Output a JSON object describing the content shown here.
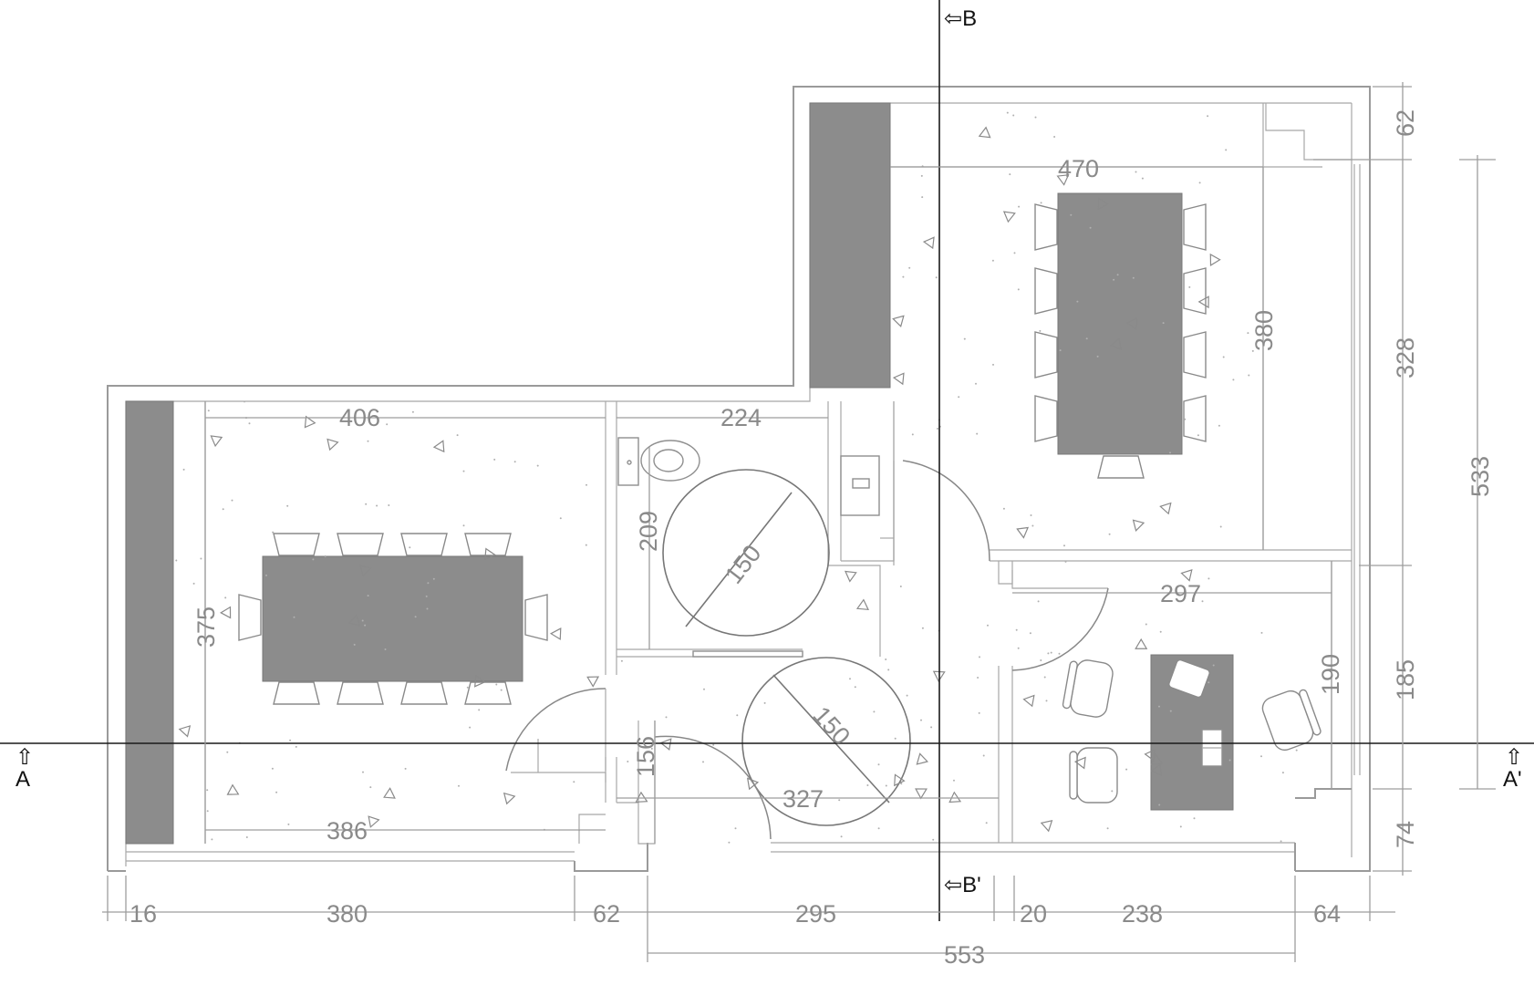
{
  "section_markers": {
    "b_top": "⇦B",
    "b_bottom": "⇦B'",
    "a_left": "A",
    "a_right": "A'",
    "arrow_up": "⇧"
  },
  "room_dimensions": {
    "left_room_width_top": "406",
    "left_room_width_bottom": "386",
    "left_room_height": "375",
    "wc_width": "224",
    "wc_height": "209",
    "wc_turning_circle": "150",
    "hall_turning_circle": "150",
    "hall_width": "327",
    "hall_door_width": "156",
    "meeting_room_width": "470",
    "meeting_room_height": "380",
    "office_width": "297",
    "office_height": "190"
  },
  "bottom_dimensions": {
    "d16": "16",
    "d380": "380",
    "d62": "62",
    "d295": "295",
    "d20": "20",
    "d238": "238",
    "d64": "64",
    "d553": "553"
  },
  "right_dimensions": {
    "d62": "62",
    "d328": "328",
    "d533": "533",
    "d185": "185",
    "d74": "74"
  }
}
